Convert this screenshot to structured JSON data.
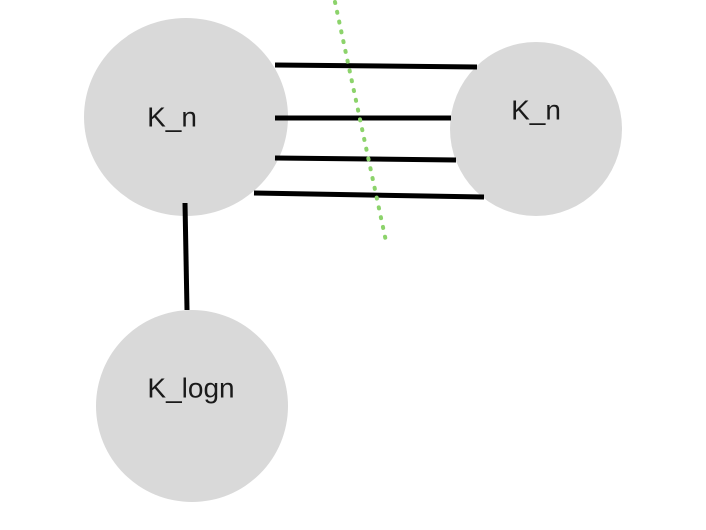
{
  "diagram": {
    "nodes": {
      "left": {
        "label": "K_n"
      },
      "right": {
        "label": "K_n"
      },
      "bottom": {
        "label": "K_logn"
      }
    },
    "colors": {
      "node_fill": "#d9d9d9",
      "edge": "#000000",
      "cut_line": "#8cd36b"
    }
  }
}
